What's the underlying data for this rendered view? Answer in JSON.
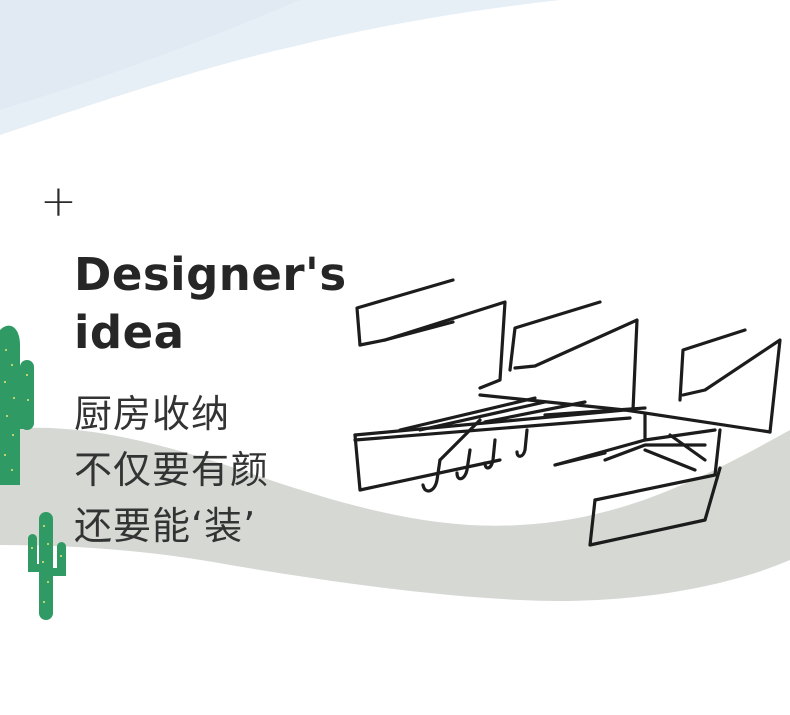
{
  "decor": {
    "plus_symbol": "+"
  },
  "headline": {
    "line1": "Designer's",
    "line2": "idea"
  },
  "tagline": {
    "line1": "厨房收纳",
    "line2": "不仅要有颜",
    "line3": "还要能‘装’"
  },
  "colors": {
    "background": "#ffffff",
    "sky_blue": "#e6eef6",
    "ground_gray": "#d5d8d3",
    "cactus_green": "#2f9a63",
    "rack_black": "#1c1c1c",
    "text_dark": "#262626"
  },
  "icons": [
    "cactus-illustration",
    "wire-rack-illustration"
  ]
}
